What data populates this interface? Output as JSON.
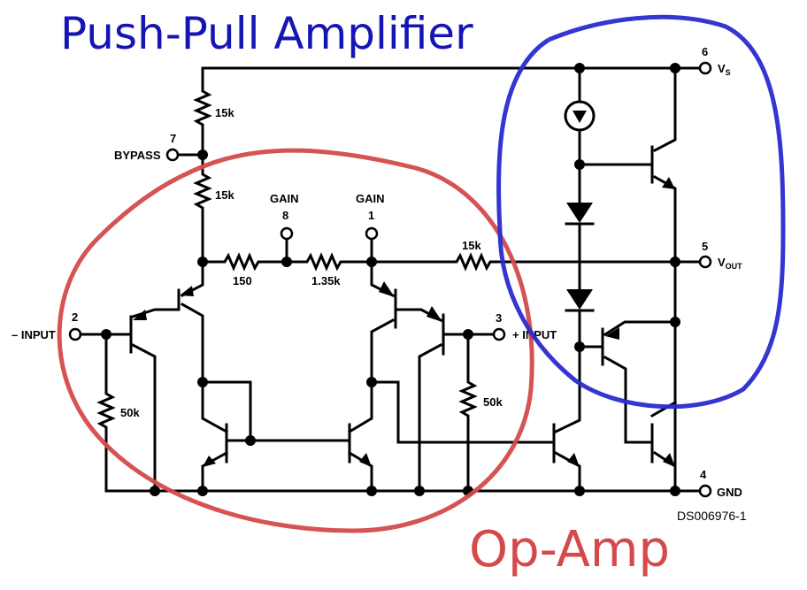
{
  "annotations": {
    "push_pull_title": "Push-Pull Amplifier",
    "op_amp_title": "Op-Amp",
    "push_pull_color": "#1515b5",
    "op_amp_color": "#d44a4a"
  },
  "pins": [
    {
      "number": "6",
      "label": "V",
      "sub": "S"
    },
    {
      "number": "7",
      "label": "BYPASS"
    },
    {
      "number": "8",
      "label": "GAIN"
    },
    {
      "number": "1",
      "label": "GAIN"
    },
    {
      "number": "5",
      "label": "V",
      "sub": "OUT"
    },
    {
      "number": "2",
      "label": "– INPUT"
    },
    {
      "number": "3",
      "label": "+ INPUT"
    },
    {
      "number": "4",
      "label": "GND"
    }
  ],
  "resistors": {
    "r_top": "15k",
    "r_mid": "15k",
    "r_150": "150",
    "r_135": "1.35k",
    "r_fb": "15k",
    "r_in_neg": "50k",
    "r_in_pos": "50k"
  },
  "document_id": "DS006976-1"
}
